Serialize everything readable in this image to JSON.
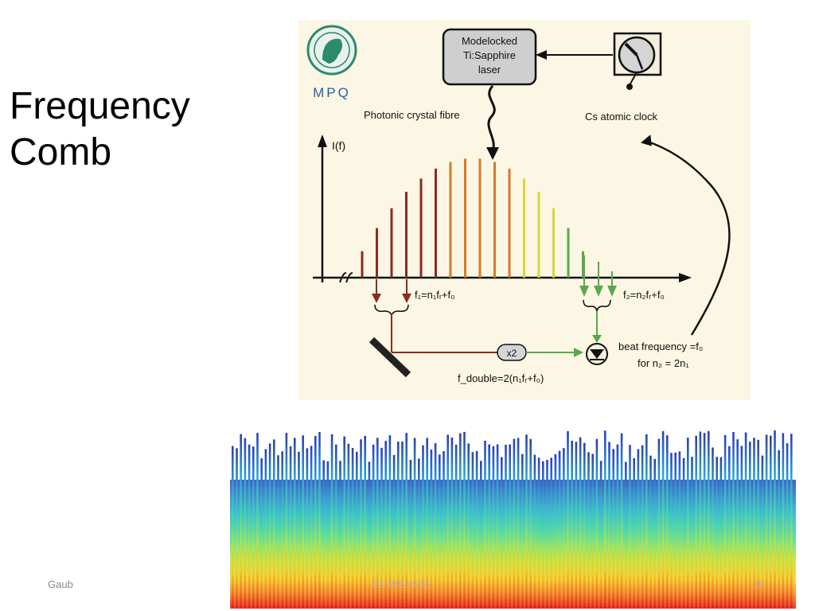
{
  "slide": {
    "title_line1": "Frequency",
    "title_line2": "Comb",
    "footer_left": "Gaub",
    "footer_center": "E1 WS14/15",
    "footer_right": "19"
  },
  "diagram": {
    "logo_text": "MPQ",
    "laser_lines": [
      "Modelocked",
      "Ti:Sapphire",
      "laser"
    ],
    "fibre_label": "Photonic crystal fibre",
    "clock_label": "Cs atomic clock",
    "axis_label": "I(f)",
    "f1_label": "f₁=n₁fᵣ+f₀",
    "f2_label": "f₂=n₂fᵣ+f₀",
    "doubler_label": "x2",
    "fdouble_label": "f_double=2(n₁fᵣ+f₀)",
    "beat_line1": "beat frequency =f₀",
    "beat_line2": "for n₂ = 2n₁",
    "colors": {
      "background": "#fbf7e4",
      "low_lines": "#8e2a1e",
      "mid_lines": "#d6792c",
      "high_lines": "#d9d63a",
      "right_lines": "#5aa84a"
    }
  }
}
